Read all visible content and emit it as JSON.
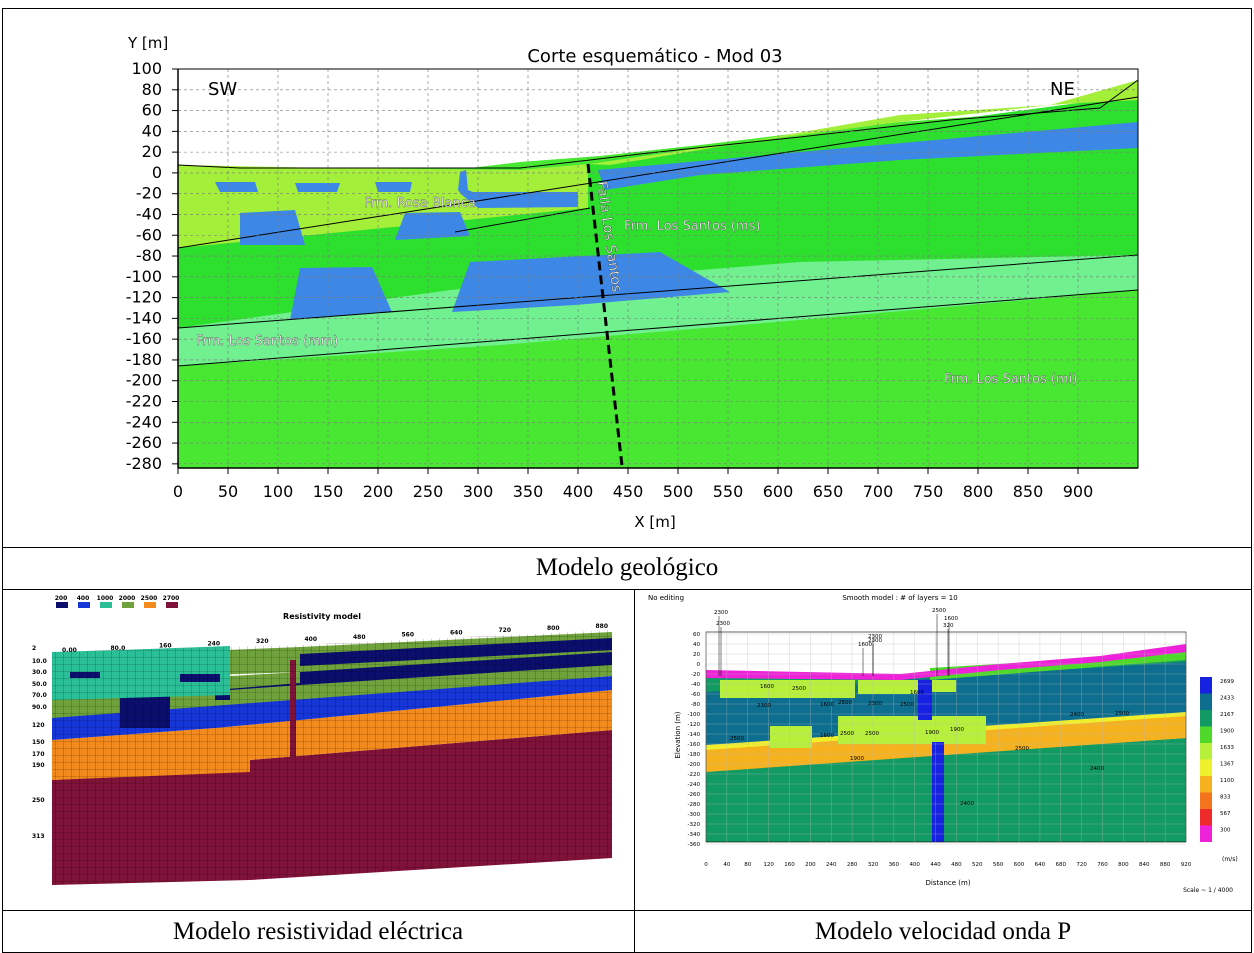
{
  "geologic": {
    "title": "Corte esquemático - Mod 03",
    "x_label": "X [m]",
    "y_label": "Y [m]",
    "x_ticks": [
      "0",
      "50",
      "100",
      "150",
      "200",
      "250",
      "300",
      "350",
      "400",
      "450",
      "500",
      "550",
      "600",
      "650",
      "700",
      "750",
      "800",
      "850",
      "900"
    ],
    "y_ticks": [
      "100",
      "80",
      "60",
      "40",
      "20",
      "0",
      "-20",
      "-40",
      "-60",
      "-80",
      "-100",
      "-120",
      "-140",
      "-160",
      "-180",
      "-200",
      "-220",
      "-240",
      "-260",
      "-280"
    ],
    "dir_left": "SW",
    "dir_right": "NE",
    "labels": {
      "rosa_blanca": "Frm. Rosa Blanca",
      "falla": "Falla Los Santos",
      "ms": "Frm. Los Santos (ms)",
      "mm": "Frm. Los Santos (mm)",
      "mi": "Frm. Los Santos (mi)"
    },
    "colors": {
      "rosa_blanca": "#a4ef3a",
      "ms": "#2ee02e",
      "mm": "#70f08e",
      "mi": "#48e832",
      "lens": "#3d88e6"
    }
  },
  "captions": {
    "geologic": "Modelo geológico",
    "resistivity": "Modelo resistividad eléctrica",
    "velocity": "Modelo velocidad onda P"
  },
  "resistivity": {
    "title": "Resistivity model",
    "legend": [
      {
        "label": "200",
        "color": "#0b0f6b"
      },
      {
        "label": "400",
        "color": "#1636d8"
      },
      {
        "label": "1000",
        "color": "#2abf96"
      },
      {
        "label": "2000",
        "color": "#6fa23c"
      },
      {
        "label": "2500",
        "color": "#f28a1e"
      },
      {
        "label": "2700",
        "color": "#7e1239"
      }
    ],
    "x_ticks": [
      "0.00",
      "80.0",
      "160",
      "240",
      "320",
      "400",
      "480",
      "560",
      "640",
      "720",
      "800",
      "880"
    ],
    "y_ticks": [
      "2",
      "10.0",
      "30.0",
      "50.0",
      "70.0",
      "90.0",
      "120",
      "150",
      "170",
      "190",
      "250",
      "313"
    ]
  },
  "velocity": {
    "status": "No editing",
    "title": "Smooth model : # of layers = 10",
    "x_label": "Distance (m)",
    "y_label": "Elevation (m)",
    "scale": "Scale ~ 1 / 4000",
    "unit": "(m/s)",
    "top_labels": [
      "2300",
      "2300",
      "2500",
      "1600",
      "320",
      "2300",
      "2300",
      "1600"
    ],
    "x_ticks": [
      "0",
      "40",
      "80",
      "120",
      "160",
      "200",
      "240",
      "280",
      "320",
      "360",
      "400",
      "440",
      "480",
      "520",
      "560",
      "600",
      "640",
      "680",
      "720",
      "760",
      "800",
      "840",
      "880",
      "920"
    ],
    "y_ticks": [
      "60",
      "40",
      "20",
      "0",
      "-20",
      "-40",
      "-60",
      "-80",
      "-100",
      "-120",
      "-140",
      "-160",
      "-180",
      "-200",
      "-220",
      "-240",
      "-260",
      "-280",
      "-300",
      "-320",
      "-340",
      "-360"
    ],
    "colorbar": [
      {
        "label": "2699",
        "color": "#1722e0"
      },
      {
        "label": "2433",
        "color": "#0d6e8f"
      },
      {
        "label": "2167",
        "color": "#129a63"
      },
      {
        "label": "1900",
        "color": "#4ed82a"
      },
      {
        "label": "1633",
        "color": "#b7f03a"
      },
      {
        "label": "1367",
        "color": "#f0ef2e"
      },
      {
        "label": "1100",
        "color": "#f6b21e"
      },
      {
        "label": "833",
        "color": "#f3741c"
      },
      {
        "label": "567",
        "color": "#ef2a2a"
      },
      {
        "label": "300",
        "color": "#ee22d8"
      }
    ],
    "zone_labels": [
      "2300",
      "1600",
      "2500",
      "1600",
      "2500",
      "2300",
      "2500",
      "1600",
      "2500",
      "1600",
      "2500",
      "1900",
      "2500",
      "1900",
      "2500",
      "2400",
      "2400",
      "1900",
      "2400",
      "2500"
    ]
  }
}
